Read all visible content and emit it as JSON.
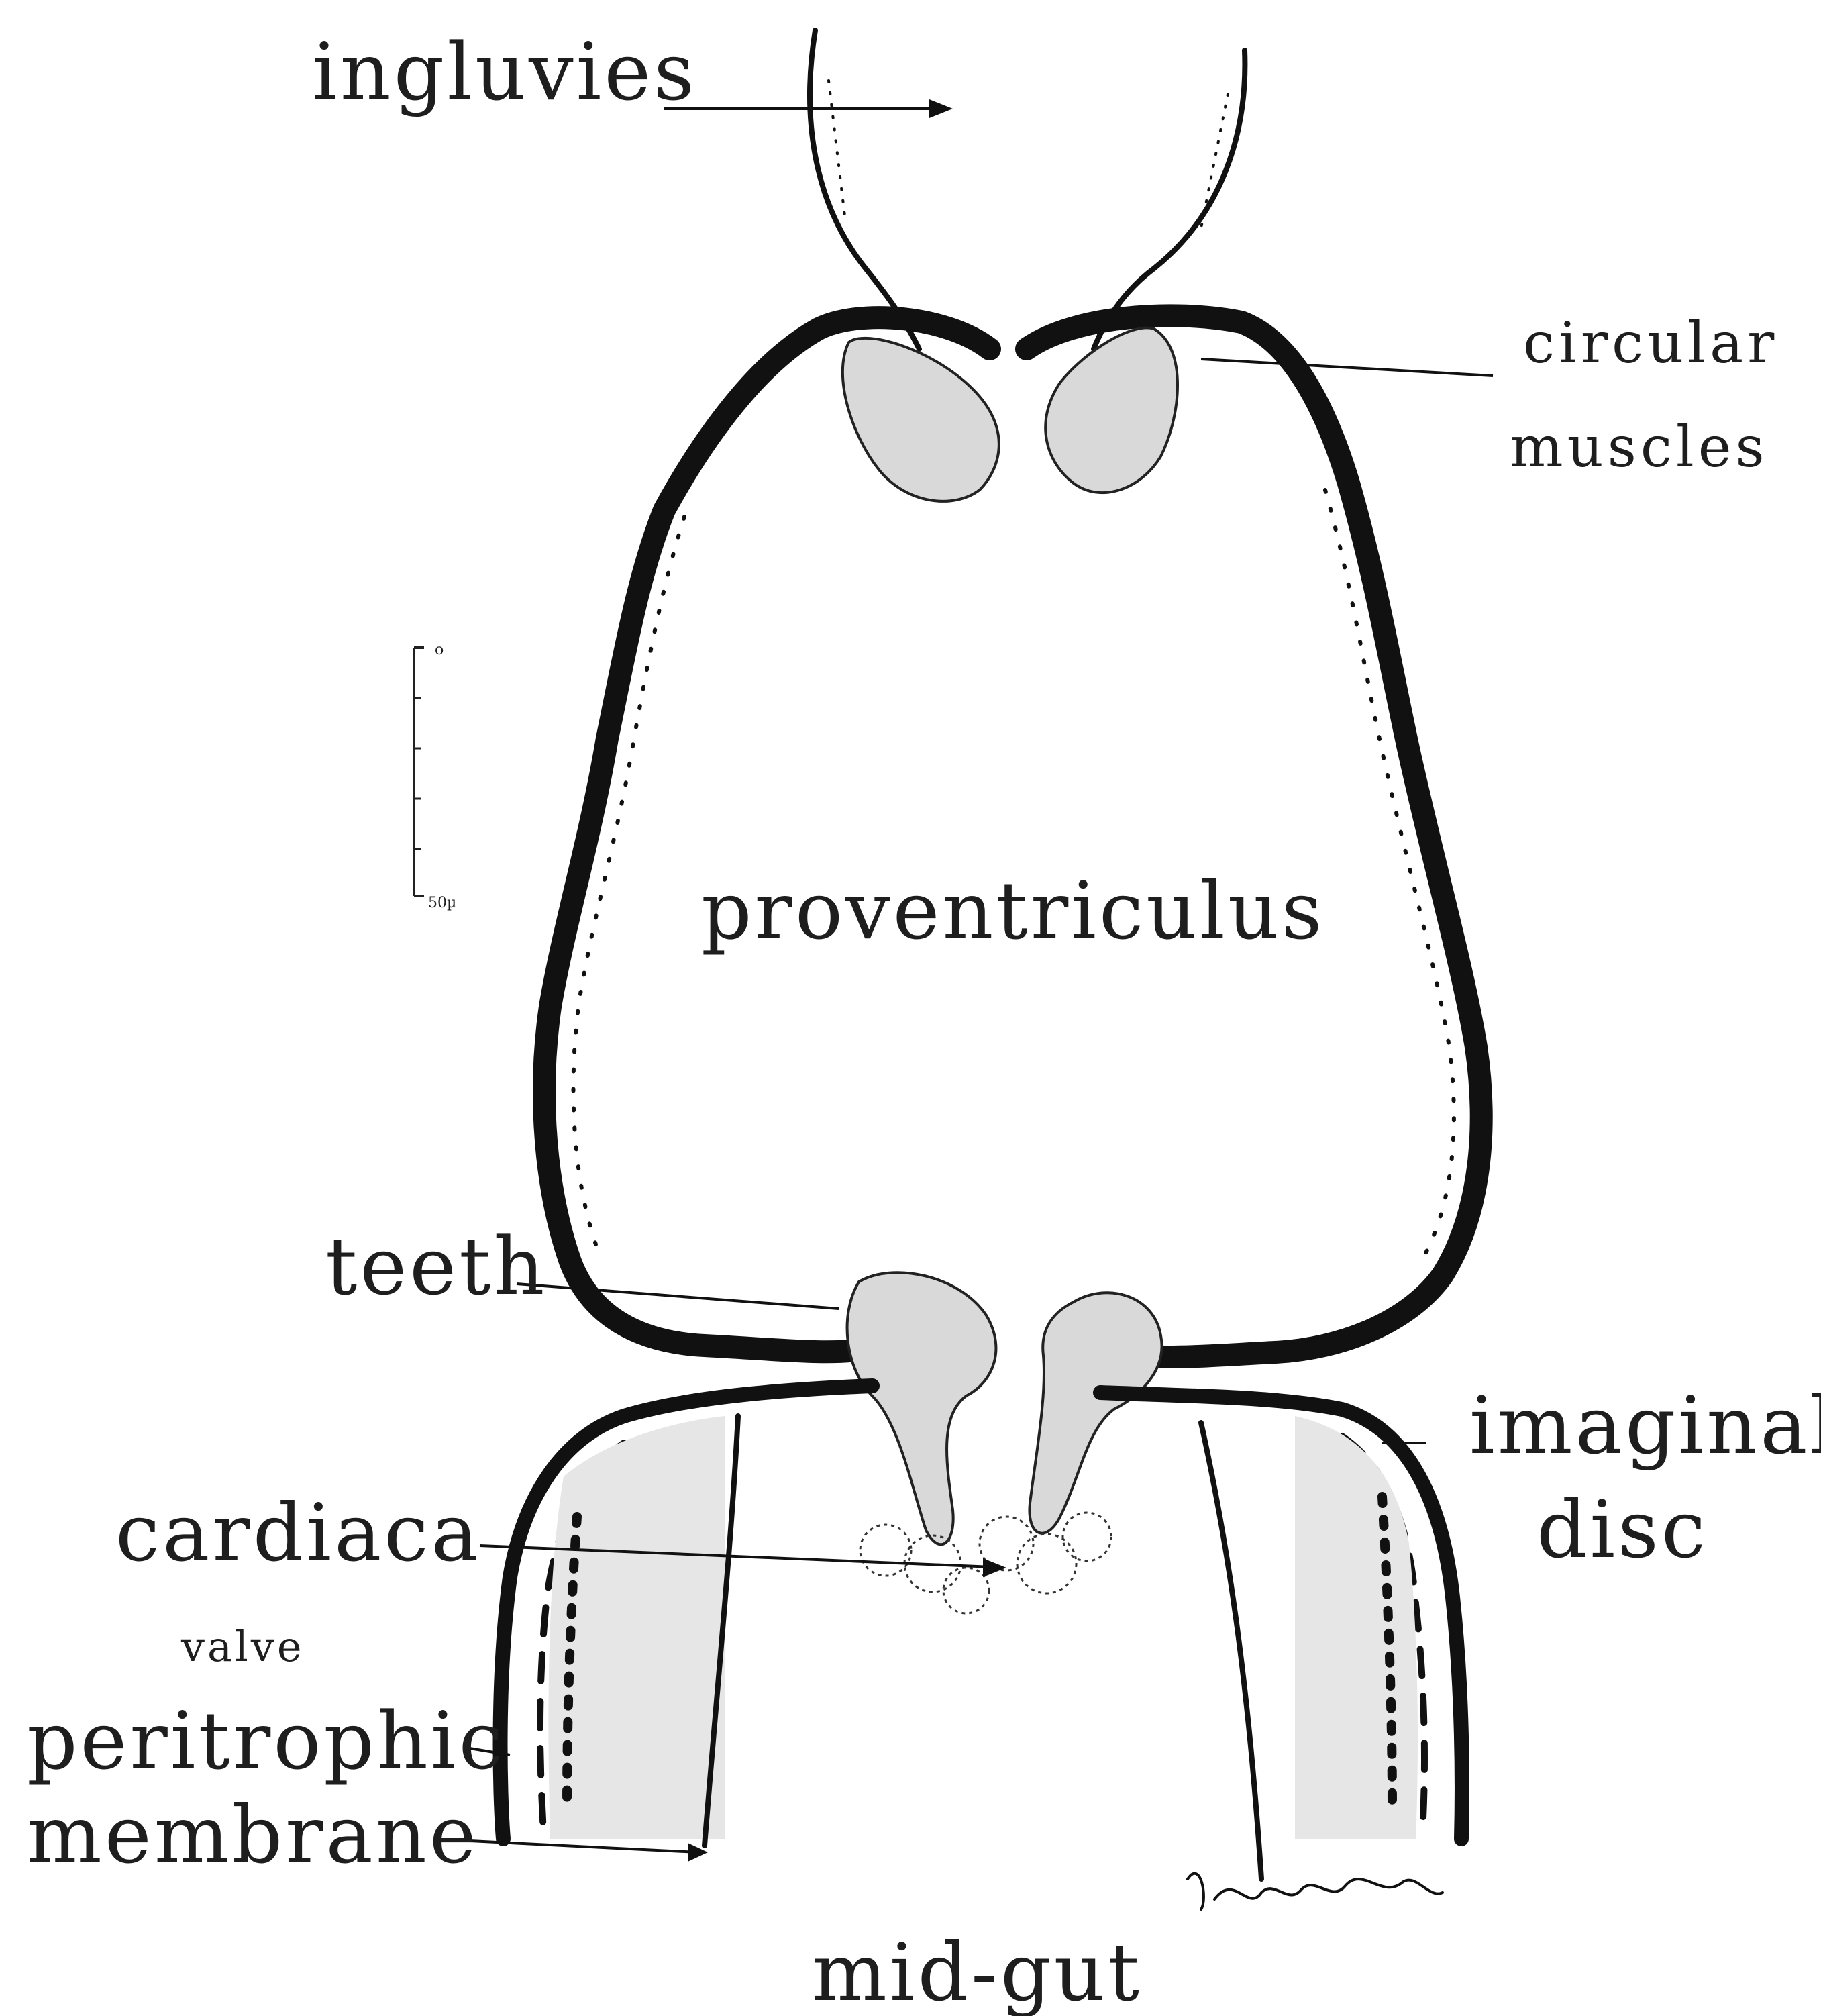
{
  "labels": {
    "ingluvies": "ingluvies",
    "circular_muscles_line1": "circular",
    "circular_muscles_line2": "muscles",
    "proventriculus": "proventriculus",
    "teeth": "teeth",
    "imaginal_disc_line1": "imaginal",
    "imaginal_disc_line2": "disc",
    "cardiaca": "cardiaca",
    "valve": "valve",
    "peritrophic": "peritrophic",
    "membrane": "membrane",
    "mid_gut": "mid-gut"
  },
  "scale_bar": {
    "top_label": "o",
    "bottom_label": "50µ"
  },
  "colors": {
    "ink": "#111111",
    "stipple": "#d9d9d9",
    "background": "#ffffff"
  }
}
